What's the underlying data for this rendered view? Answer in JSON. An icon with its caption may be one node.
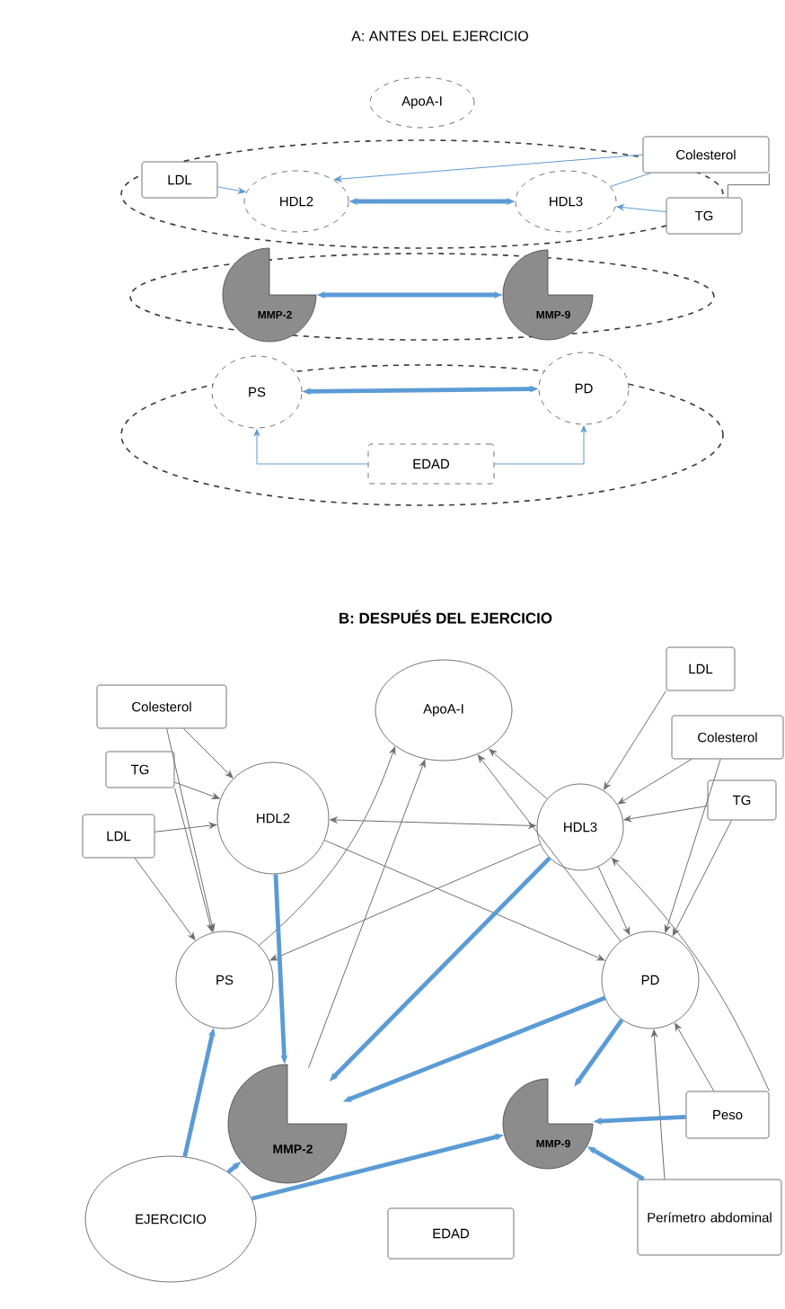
{
  "diagram": {
    "nodes": [
      {
        "text": [
          "ApoA-I"
        ]
      },
      {
        "text": [],
        "shape": "ellipse"
      },
      {
        "text": [
          "LDL"
        ],
        "in": 1
      },
      {
        "text": [
          "HDL2"
        ],
        "in": 1
      },
      {
        "text": [
          "HDL3"
        ],
        "in": 1
      },
      {
        "text": [
          "Colesterol"
        ]
      },
      {
        "text": [
          "TG"
        ]
      },
      {
        "text": [],
        "shape": "ellipse"
      },
      {
        "text": [
          "MMP-2"
        ],
        "in": 7
      },
      {
        "text": [
          "MMP-9"
        ],
        "in": 7
      },
      {
        "text": [],
        "shape": "ellipse"
      },
      {
        "text": [
          "PS"
        ],
        "in": 10
      },
      {
        "text": [
          "PD"
        ],
        "in": 10
      },
      {
        "text": [
          "EDAD"
        ],
        "in": 10
      },
      {
        "text": [
          "ApoA-I"
        ]
      },
      {
        "text": [
          "Colesterol"
        ]
      },
      {
        "text": [
          "TG"
        ]
      },
      {
        "text": [
          "LDL"
        ]
      },
      {
        "text": [
          "HDL2"
        ]
      },
      {
        "text": [
          "LDL"
        ]
      },
      {
        "text": [
          "Colesterol"
        ]
      },
      {
        "text": [
          "TG"
        ]
      },
      {
        "text": [
          "HDL3"
        ]
      },
      {
        "text": [
          "PS"
        ]
      },
      {
        "text": [
          "PD"
        ]
      },
      {
        "text": [
          "MMP-2"
        ]
      },
      {
        "text": [
          "MMP-9"
        ]
      },
      {
        "text": [
          "Peso"
        ]
      },
      {
        "text": [
          "Perímetro abdominal"
        ]
      },
      {
        "text": [
          "EJERCICIO"
        ]
      },
      {
        "text": [
          "EDAD"
        ]
      }
    ],
    "edges": [
      {
        "from": 2,
        "to": 3,
        "arrow": "to",
        "color": "#5b9bd5"
      },
      {
        "from": 5,
        "to": 3,
        "arrow": "to",
        "color": "#5b9bd5"
      },
      {
        "from": 5,
        "to": 4,
        "arrow": "none",
        "color": "#5b9bd5"
      },
      {
        "from": 6,
        "to": 4,
        "arrow": "to",
        "color": "#5b9bd5"
      },
      {
        "from": 5,
        "to": 6,
        "arrow": "none"
      },
      {
        "from": 3,
        "to": 4,
        "arrow": "both",
        "style": "thick",
        "color": "#5b9bd5"
      },
      {
        "from": 8,
        "to": 9,
        "arrow": "both",
        "style": "thick",
        "color": "#5b9bd5"
      },
      {
        "from": 11,
        "to": 12,
        "arrow": "both",
        "style": "thick",
        "color": "#5b9bd5"
      },
      {
        "from": 13,
        "to": 11,
        "arrow": "to",
        "color": "#5b9bd5"
      },
      {
        "from": 13,
        "to": 12,
        "arrow": "to",
        "color": "#5b9bd5"
      },
      {
        "from": 15,
        "to": 18,
        "arrow": "to"
      },
      {
        "from": 15,
        "to": 23,
        "arrow": "to"
      },
      {
        "from": 16,
        "to": 18,
        "arrow": "to"
      },
      {
        "from": 16,
        "to": 23,
        "arrow": "to"
      },
      {
        "from": 17,
        "to": 18,
        "arrow": "to"
      },
      {
        "from": 17,
        "to": 23,
        "arrow": "to"
      },
      {
        "from": 19,
        "to": 22,
        "arrow": "to"
      },
      {
        "from": 20,
        "to": 22,
        "arrow": "to"
      },
      {
        "from": 21,
        "to": 22,
        "arrow": "to"
      },
      {
        "from": 20,
        "to": 24,
        "arrow": "to"
      },
      {
        "from": 21,
        "to": 24,
        "arrow": "to"
      },
      {
        "from": 18,
        "to": 22,
        "arrow": "both"
      },
      {
        "from": 22,
        "to": 14,
        "arrow": "to"
      },
      {
        "from": 23,
        "to": 14,
        "arrow": "to"
      },
      {
        "from": 25,
        "to": 14,
        "arrow": "to"
      },
      {
        "from": 24,
        "to": 14,
        "arrow": "to"
      },
      {
        "from": 18,
        "to": 24,
        "arrow": "to"
      },
      {
        "from": 22,
        "to": 23,
        "arrow": "to"
      },
      {
        "from": 22,
        "to": 24,
        "arrow": "to"
      },
      {
        "from": 27,
        "to": 22,
        "arrow": "to"
      },
      {
        "from": 27,
        "to": 24,
        "arrow": "to"
      },
      {
        "from": 28,
        "to": 24,
        "arrow": "to"
      },
      {
        "from": 18,
        "to": 25,
        "arrow": "to",
        "style": "thick",
        "color": "#5b9bd5"
      },
      {
        "from": 22,
        "to": 25,
        "arrow": "to",
        "style": "thick",
        "color": "#5b9bd5"
      },
      {
        "from": 24,
        "to": 25,
        "arrow": "to",
        "style": "thick",
        "color": "#5b9bd5"
      },
      {
        "from": 24,
        "to": 26,
        "arrow": "to",
        "style": "thick",
        "color": "#5b9bd5"
      },
      {
        "from": 27,
        "to": 26,
        "arrow": "to",
        "style": "thick",
        "color": "#5b9bd5"
      },
      {
        "from": 28,
        "to": 26,
        "arrow": "to",
        "style": "thick",
        "color": "#5b9bd5"
      },
      {
        "from": 29,
        "to": 23,
        "arrow": "to",
        "style": "thick",
        "color": "#5b9bd5"
      },
      {
        "from": 29,
        "to": 25,
        "arrow": "to",
        "style": "thick",
        "color": "#5b9bd5"
      },
      {
        "from": 29,
        "to": 26,
        "arrow": "to",
        "style": "thick",
        "color": "#5b9bd5"
      }
    ],
    "labels": [
      "A: ANTES DEL EJERCICIO",
      "B: DESPUÉS DEL EJERCICIO"
    ]
  }
}
